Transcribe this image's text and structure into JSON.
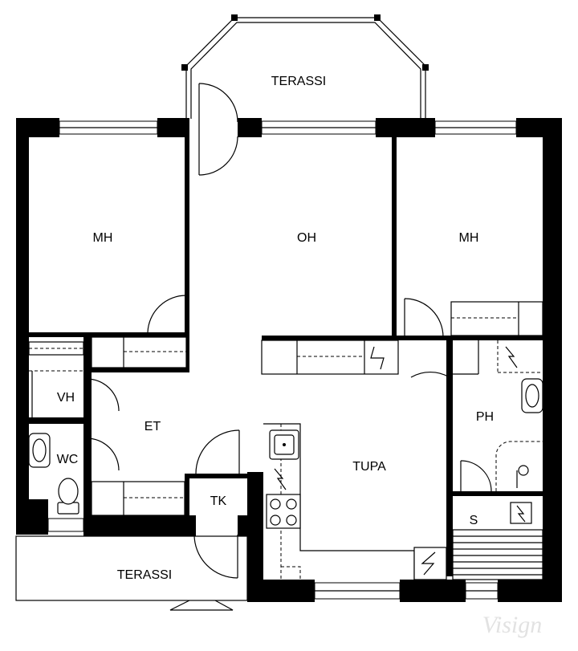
{
  "plan": {
    "rooms": {
      "terrace_top": "TERASSI",
      "bedroom_left": "MH",
      "master_bedroom": "OH",
      "bedroom_right": "MH",
      "drying_room": "VH",
      "entrance": "ET",
      "toilet": "WC",
      "technical_room": "TK",
      "living_room": "TUPA",
      "bathroom": "PH",
      "sauna": "S",
      "terrace_bottom": "TERASSI"
    },
    "watermark": "Visign"
  }
}
